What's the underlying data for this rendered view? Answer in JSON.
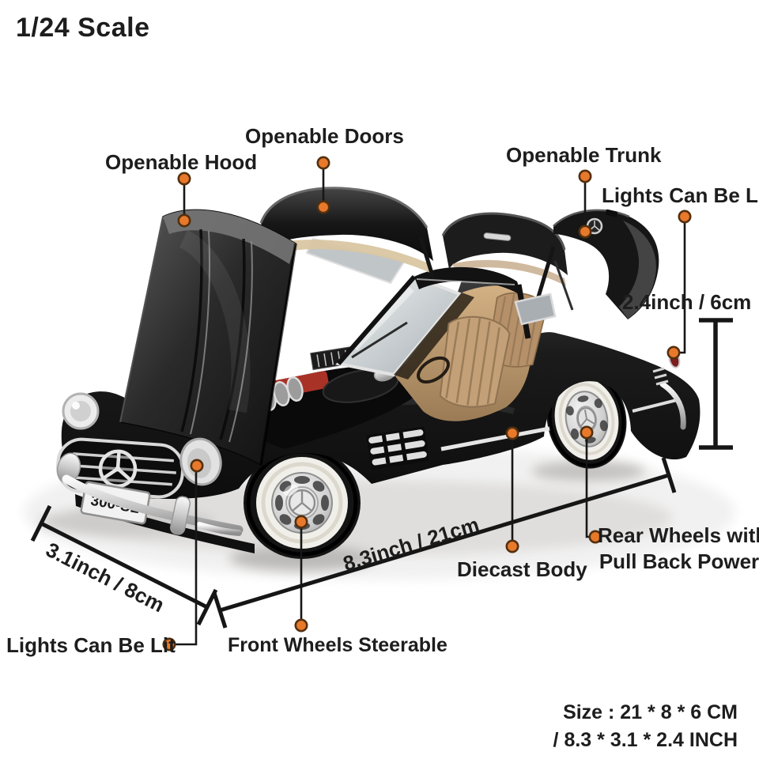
{
  "header": {
    "scale": "1/24 Scale"
  },
  "callouts": {
    "hood": "Openable Hood",
    "doors": "Openable Doors",
    "trunk": "Openable Trunk",
    "lights_rear": "Lights Can Be Lit",
    "lights_front": "Lights Can Be Lit",
    "diecast": "Diecast Body",
    "rear_wheels": {
      "line1": "Rear Wheels with",
      "line2": "Pull Back Power"
    },
    "front_wheels": "Front Wheels Steerable"
  },
  "dimensions": {
    "height": "2.4inch / 6cm",
    "length": "8.3inch / 21cm",
    "width": "3.1inch / 8cm"
  },
  "size_summary": {
    "line1": "Size : 21 * 8 * 6 CM",
    "line2": "/ 8.3 * 3.1 * 2.4 INCH"
  },
  "car": {
    "plate": "300-SL",
    "body_color": "#161616",
    "interior_color": "#c3a077",
    "engine_color": "#a93227",
    "whitewall_color": "#f1efe9",
    "callout_dot_color": "#e8792b",
    "callout_dot_edge": "#53300f",
    "line_color": "#171717"
  }
}
